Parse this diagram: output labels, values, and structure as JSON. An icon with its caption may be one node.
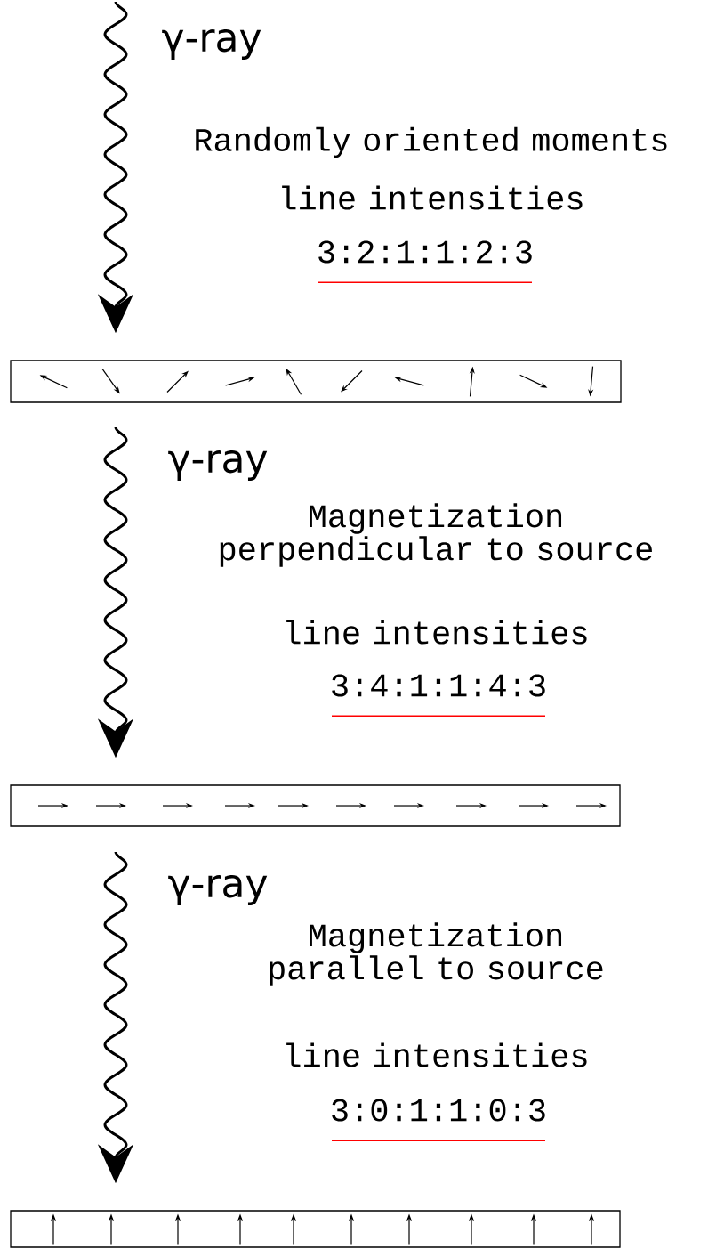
{
  "diagram": {
    "nodes": [
      {
        "text": [],
        "shape": "box"
      },
      {
        "text": [],
        "shape": "box"
      },
      {
        "text": [],
        "shape": "box"
      }
    ],
    "edges": [
      {
        "from": null,
        "to": 0,
        "arrow": "to",
        "label": "γ-ray"
      },
      {
        "from": null,
        "to": 1,
        "arrow": "to",
        "label": "γ-ray"
      },
      {
        "from": null,
        "to": 2,
        "arrow": "to",
        "label": "γ-ray"
      }
    ],
    "labels": [
      "Randomly oriented moments",
      "line intensities",
      "3:2:1:1:2:3",
      "Magnetization perpendicular to source",
      "line intensities",
      "3:4:1:1:4:3",
      "Magnetization parallel to source",
      "line intensities",
      "3:0:1:1:0:3"
    ]
  }
}
